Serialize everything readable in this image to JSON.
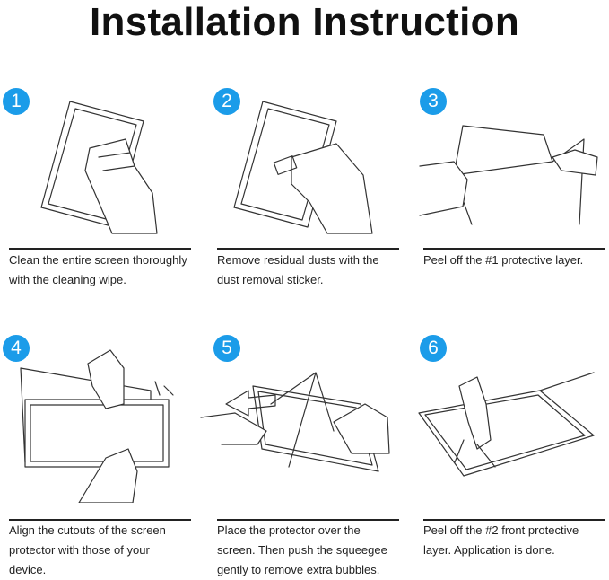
{
  "title": "Installation Instruction",
  "accent": "#1b9ce9",
  "steps": [
    {
      "number": "1",
      "caption_lines": [
        "Clean the entire screen thoroughly",
        "with the cleaning wipe."
      ]
    },
    {
      "number": "2",
      "caption_lines": [
        "Remove residual dusts with the",
        "dust removal sticker."
      ]
    },
    {
      "number": "3",
      "caption_lines": [
        "Peel off the #1 protective layer."
      ]
    },
    {
      "number": "4",
      "caption_lines": [
        "Align the cutouts of the screen",
        "protector with those of your",
        "device."
      ]
    },
    {
      "number": "5",
      "caption_lines": [
        "Place the protector over the",
        "screen. Then push the  squeegee",
        "gently to remove extra bubbles."
      ]
    },
    {
      "number": "6",
      "caption_lines": [
        "Peel off the #2 front protective",
        "layer. Application is done."
      ]
    }
  ]
}
